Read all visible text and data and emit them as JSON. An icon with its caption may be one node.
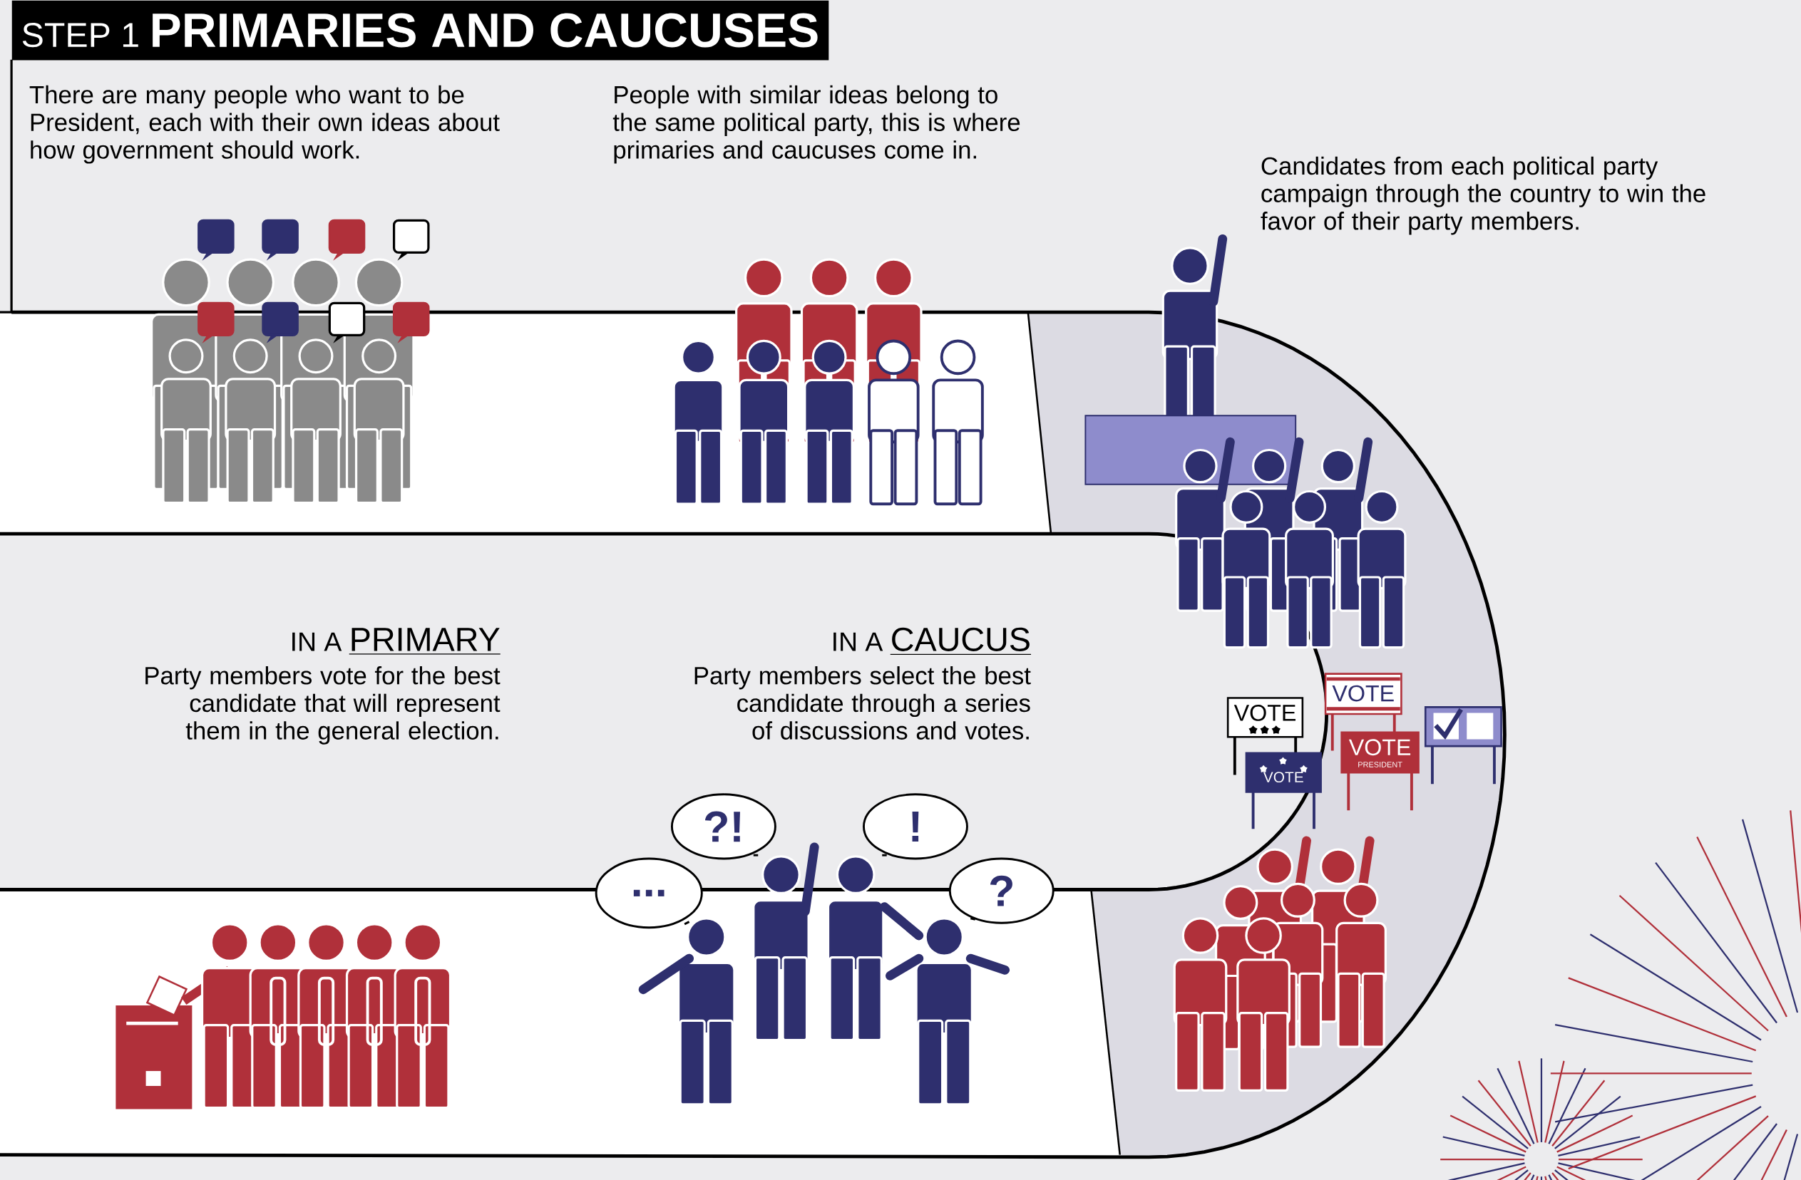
{
  "diagram": {
    "title": "STEP 1 **PRIMARIES AND CAUCUSES**",
    "labels": [
      "There are many people who want to be President, each with their own ideas about how government should work.",
      "People with similar ideas belong to the same political party, this is where primaries and caucuses come in.",
      "Candidates from each political party campaign through the country to win the favor of their party members.",
      "IN A",
      "PRIMARY",
      "Party members vote for the best candidate that will represent them in the general election.",
      "IN A",
      "CAUCUS",
      "Party members select the best candidate through a series of discussions and votes.",
      "VOTE",
      "VOTE",
      "VOTE",
      "PRESIDENT",
      "VOTE",
      "...",
      "?!",
      "!",
      "?"
    ]
  }
}
